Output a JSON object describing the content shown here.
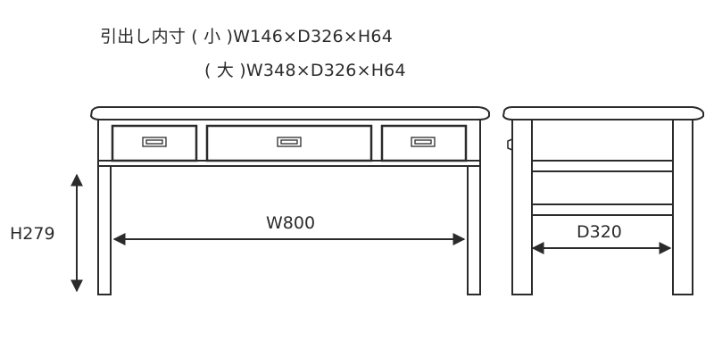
{
  "drawer_specs": {
    "small": "引出し内寸 ( 小 )W146×D326×H64",
    "large": "( 大 )W348×D326×H64"
  },
  "dimensions": {
    "height": "H279",
    "width": "W800",
    "depth": "D320"
  },
  "colors": {
    "line": "#2b2b2b",
    "drawer_fill": "#ffffff"
  }
}
